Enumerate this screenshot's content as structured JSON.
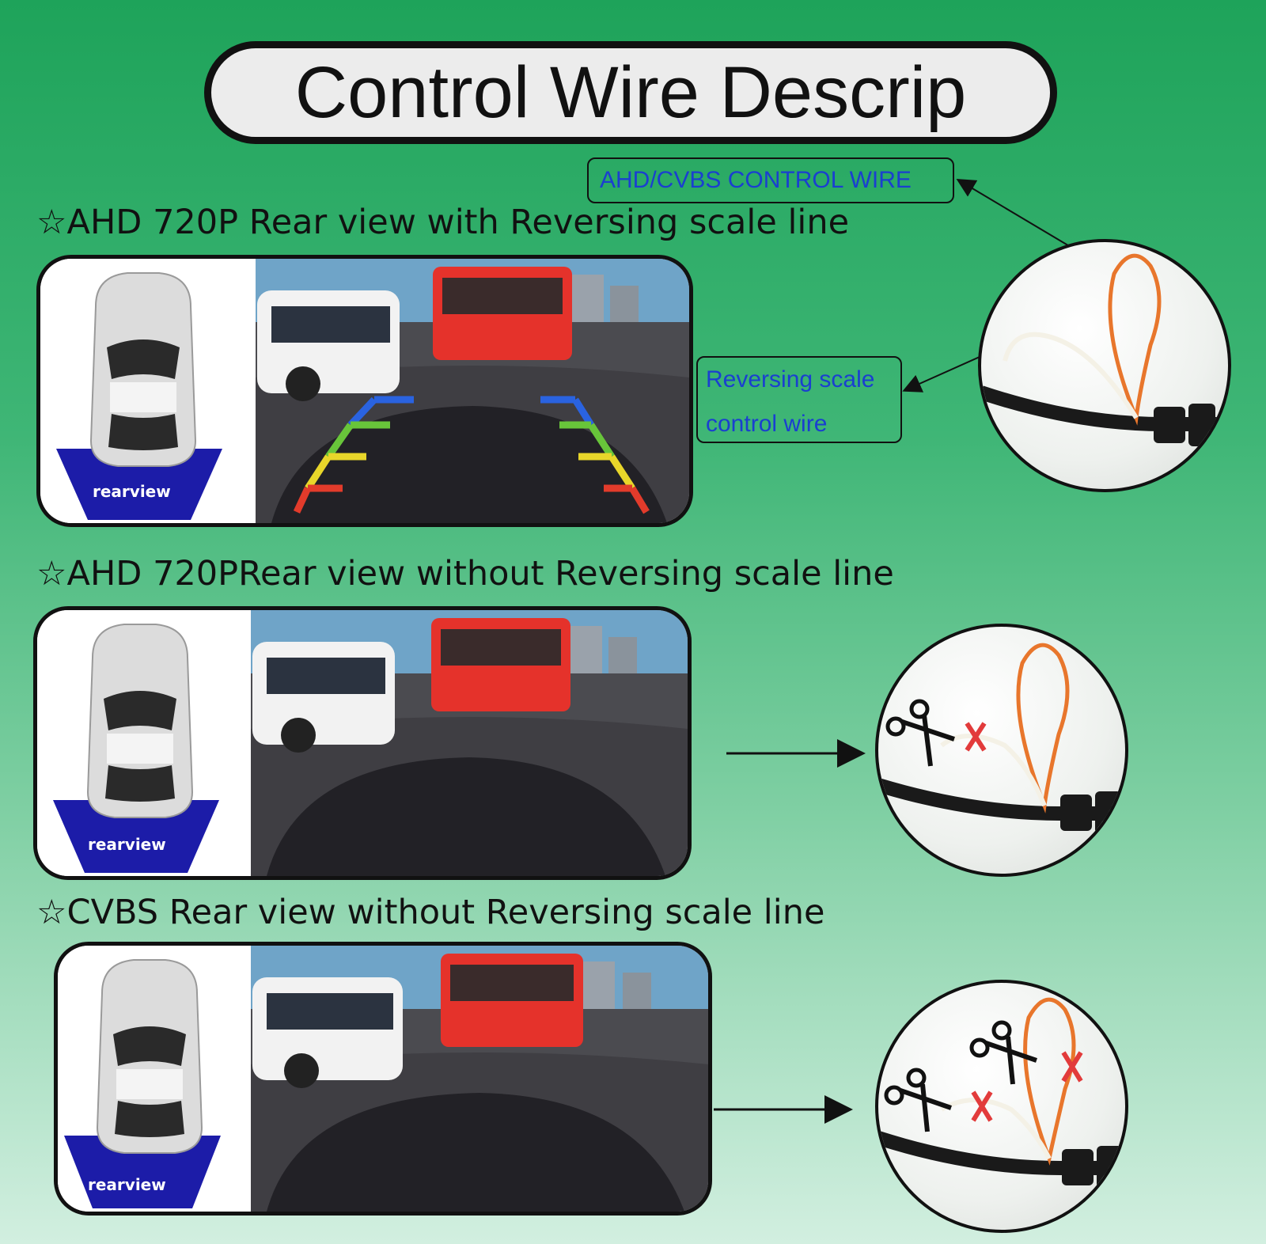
{
  "title": "Control Wire Descrip",
  "labels": {
    "ahd_cvbs_control_wire": "AHD/CVBS CONTROL WIRE",
    "reversing_scale_line1": "Reversing scale",
    "reversing_scale_line2": "control wire"
  },
  "sections": [
    {
      "heading": "☆AHD 720P Rear view  with Reversing scale line",
      "rearview_label": "rearview"
    },
    {
      "heading": "☆AHD 720PRear view  without Reversing scale line",
      "rearview_label": "rearview"
    },
    {
      "heading": "☆CVBS Rear view  without Reversing scale line",
      "rearview_label": "rearview"
    }
  ],
  "colors": {
    "wire_orange": "#e8762c",
    "wire_white": "#f4f1e6",
    "cable_black": "#1a1a1a",
    "cut_mark_red": "#e23b3b",
    "rearview_blue": "#1c1ca8",
    "label_blue": "#1a3fd0"
  }
}
